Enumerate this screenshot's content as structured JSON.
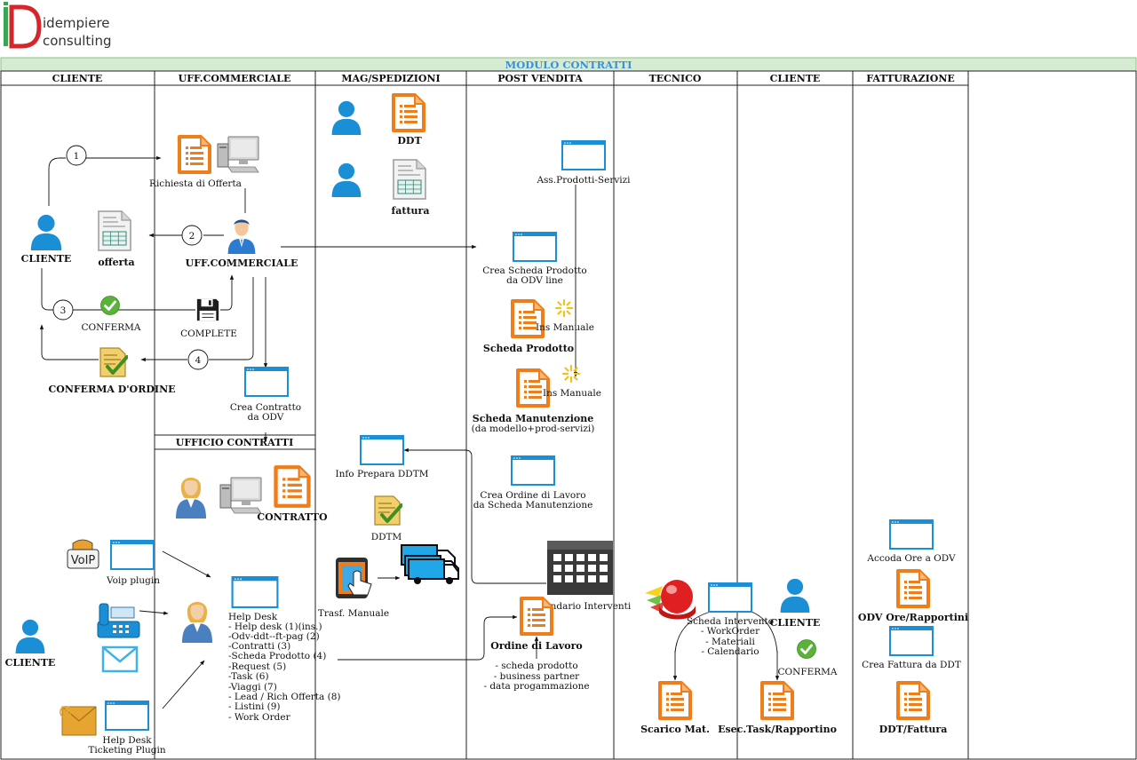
{
  "logo": {
    "line1": "idempiere",
    "line2": "consulting"
  },
  "title": "MODULO CONTRATTI",
  "lanes": [
    "CLIENTE",
    "UFF.COMMERCIALE",
    "MAG/SPEDIZIONI",
    "POST VENDITA",
    "TECNICO",
    "CLIENTE",
    "FATTURAZIONE"
  ],
  "sub_lane": "UFFICIO CONTRATTI",
  "steps": [
    "1",
    "2",
    "3",
    "4"
  ],
  "labels": {
    "cliente_top": "CLIENTE",
    "offerta": "offerta",
    "richiesta": "Richiesta di Offerta",
    "uff_commerciale": "UFF.COMMERCIALE",
    "conferma": "CONFERMA",
    "complete": "COMPLETE",
    "conferma_ordine": "CONFERMA D'ORDINE",
    "crea_contratto_1": "Crea Contratto",
    "crea_contratto_2": "da ODV",
    "contratto": "CONTRATTO",
    "voip_icon": "VoIP",
    "voip_plugin": "Voip plugin",
    "cliente_bottom": "CLIENTE",
    "helpdesk_plugin_1": "Help Desk",
    "helpdesk_plugin_2": "Ticketing Plugin",
    "ddt": "DDT",
    "fattura": "fattura",
    "info_ddtm": "Info Prepara DDTM",
    "ddtm": "DDTM",
    "trasf_manuale": "Trasf. Manuale",
    "ass_prodotti": "Ass.Prodotti-Servizi",
    "crea_scheda_1": "Crea Scheda Prodotto",
    "crea_scheda_2": "da ODV line",
    "ins_manuale_1": "Ins Manuale",
    "scheda_prodotto": "Scheda Prodotto",
    "ins_manuale_2": "Ins Manuale",
    "scheda_manutenzione": "Scheda Manutenzione",
    "scheda_manutenzione_sub": "(da modello+prod-servizi)",
    "crea_ordine_1": "Crea Ordine di Lavoro",
    "crea_ordine_2": "da Scheda Manutenzione",
    "calendario": "Calendario Interventi",
    "ordine_lavoro": "Ordine di Lavoro",
    "scarico_mat": "Scarico Mat.",
    "esec_task": "Esec.Task/Rapportino",
    "cliente_tecnico": "CLIENTE",
    "conferma_cliente": "CONFERMA",
    "accoda_ore": "Accoda Ore a ODV",
    "odv_ore": "ODV Ore/Rapportini",
    "crea_fattura": "Crea Fattura da DDT",
    "ddt_fattura": "DDT/Fattura"
  },
  "helpdesk_list": [
    "Help Desk",
    "- Help desk (1)(ins.)",
    "-Odv-ddt--ft-pag (2)",
    "-Contratti (3)",
    "-Scheda Prodotto (4)",
    "-Request (5)",
    "-Task (6)",
    "-Viaggi (7)",
    "- Lead / Rich Offerta (8)",
    "- Listini (9)",
    "- Work Order"
  ],
  "ordine_lavoro_list": [
    "- scheda prodotto",
    "- business partner",
    "- data progammazione"
  ],
  "scheda_intervento_list": [
    "Scheda Intervento",
    "- WorkOrder",
    "- Materiali",
    "- Calendario"
  ],
  "colors": {
    "title_band": "#d6ecd2",
    "title_text": "#3c8fd6",
    "person": "#1a8fd6",
    "doc_orange": "#ef7d1a",
    "window_blue": "#1a8fd6",
    "check_green": "#5bb23a"
  }
}
